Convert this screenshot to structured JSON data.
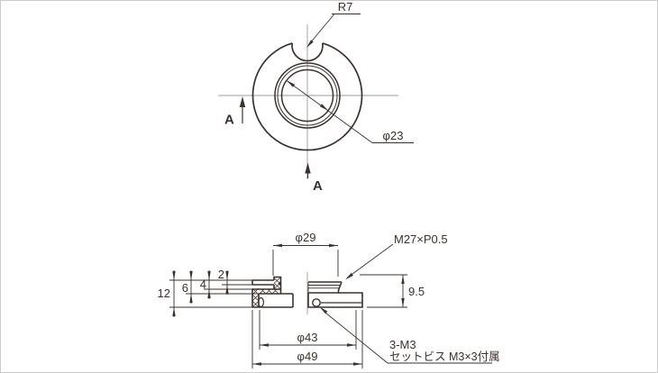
{
  "drawing_type": "mechanical-part-two-view-dimension-drawing",
  "colors": {
    "line": "#3a322e",
    "centerline": "#9b9b9b",
    "background": "#ffffff",
    "border": "#cccccc"
  },
  "top_view": {
    "notch_radius": "R7",
    "bore_diameter": "φ23",
    "section_arrow_left": "A",
    "section_arrow_bottom": "A"
  },
  "section_view": {
    "boss_diameter": "φ29",
    "thread_spec": "M27×P0.5",
    "thickness_flange": "2",
    "thickness_step": "4",
    "thickness_mid": "6",
    "thickness_total": "12",
    "height_body": "9.5",
    "diameter_inner": "φ43",
    "diameter_outer": "φ49",
    "setscrew_count": "3-M3",
    "setscrew_note": "セットビス M3×3付属"
  }
}
